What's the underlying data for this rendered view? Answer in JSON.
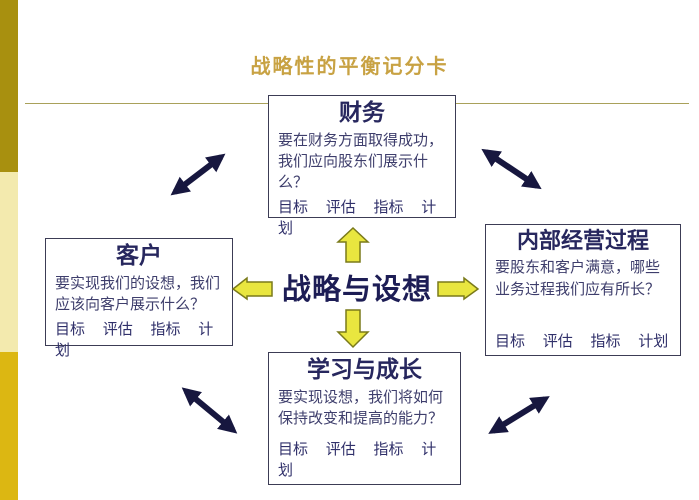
{
  "slide": {
    "title": "战略性的平衡记分卡",
    "center_label": "战略与设想"
  },
  "boxes": [
    {
      "id": "finance",
      "title": "财务",
      "body": "要在财务方面取得成功，我们应向股东们展示什么？",
      "footer": [
        "目标",
        "评估",
        "指标",
        "计划"
      ]
    },
    {
      "id": "customer",
      "title": "客户",
      "body": "要实现我们的设想，我们应该向客户展示什么？",
      "footer": [
        "目标",
        "评估",
        "指标",
        "计划"
      ]
    },
    {
      "id": "internal-process",
      "title": "内部经营过程",
      "body": "要股东和客户满意，哪些业务过程我们应有所长？",
      "footer": [
        "目标",
        "评估",
        "指标",
        "计划"
      ]
    },
    {
      "id": "learning-growth",
      "title": "学习与成长",
      "body": "要实现设想，我们将如何保持改变和提高的能力？",
      "footer": [
        "目标",
        "评估",
        "指标",
        "计划"
      ]
    }
  ],
  "icons": {
    "block_arrows": [
      "block-arrow-up",
      "block-arrow-down",
      "block-arrow-left",
      "block-arrow-right"
    ],
    "diagonal_arrows": [
      "double-arrow-top-left",
      "double-arrow-top-right",
      "double-arrow-bottom-left",
      "double-arrow-bottom-right"
    ]
  },
  "colors": {
    "title_gold": "#c8a243",
    "divider_olive": "#a9a15a",
    "navy_text": "#1d1d55",
    "box_border": "#3c3c55",
    "block_arrow_fill": "#e9e63f",
    "block_arrow_stroke": "#7a7a1a",
    "diagonal_arrow": "#17173f",
    "edgebar_top": "#a8900f",
    "edgebar_mid": "#f3eaae",
    "edgebar_bottom": "#dcb712"
  }
}
